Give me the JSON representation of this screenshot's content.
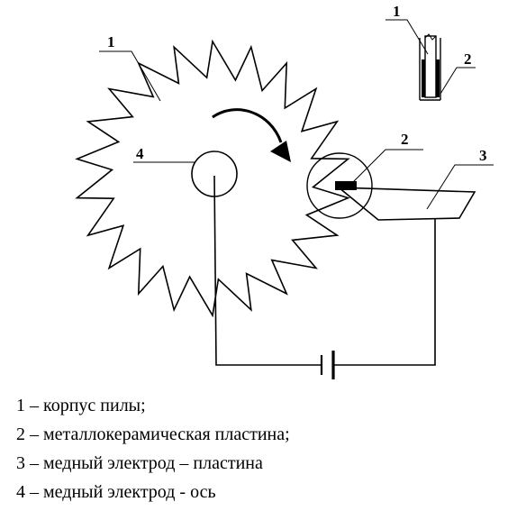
{
  "callouts": {
    "saw_body": "1",
    "insert_plate": "2",
    "electrode_plate": "3",
    "electrode_axis": "4",
    "inset_body": "1",
    "inset_plate": "2"
  },
  "legend": [
    "1 – корпус пилы;",
    "2 – металлокерамическая пластина;",
    "3 – медный электрод – пластина",
    "4 – медный электрод - ось"
  ],
  "colors": {
    "ink": "#000000",
    "background": "#ffffff"
  }
}
